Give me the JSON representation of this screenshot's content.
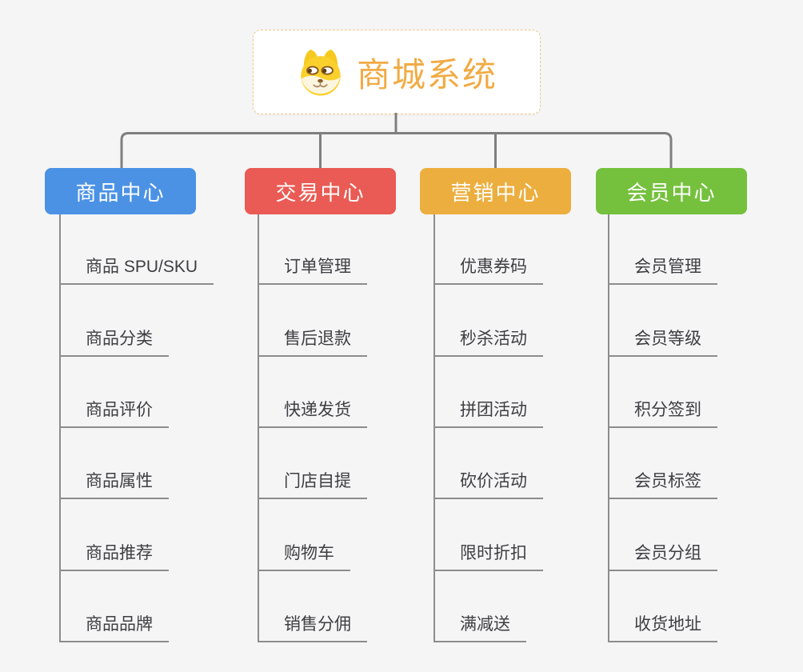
{
  "app": {
    "background": "#f5f5f6",
    "connector_color": "#7f7f7f",
    "branch_line_color": "#8c8c8c",
    "leaf_text_color": "#3e3e42"
  },
  "root": {
    "label": "商城系统",
    "icon": "dog-face-icon",
    "text_color": "#f1ab44",
    "border_color": "#f0c884",
    "background": "#ffffff"
  },
  "branches": [
    {
      "id": "product-center",
      "label": "商品中心",
      "color": "#4b92e5",
      "children": [
        "商品 SPU/SKU",
        "商品分类",
        "商品评价",
        "商品属性",
        "商品推荐",
        "商品品牌"
      ]
    },
    {
      "id": "trade-center",
      "label": "交易中心",
      "color": "#e95b54",
      "children": [
        "订单管理",
        "售后退款",
        "快递发货",
        "门店自提",
        "购物车",
        "销售分佣"
      ]
    },
    {
      "id": "marketing-center",
      "label": "营销中心",
      "color": "#ecae3e",
      "children": [
        "优惠券码",
        "秒杀活动",
        "拼团活动",
        "砍价活动",
        "限时折扣",
        "满减送"
      ]
    },
    {
      "id": "member-center",
      "label": "会员中心",
      "color": "#75c13d",
      "children": [
        "会员管理",
        "会员等级",
        "积分签到",
        "会员标签",
        "会员分组",
        "收货地址"
      ]
    }
  ]
}
